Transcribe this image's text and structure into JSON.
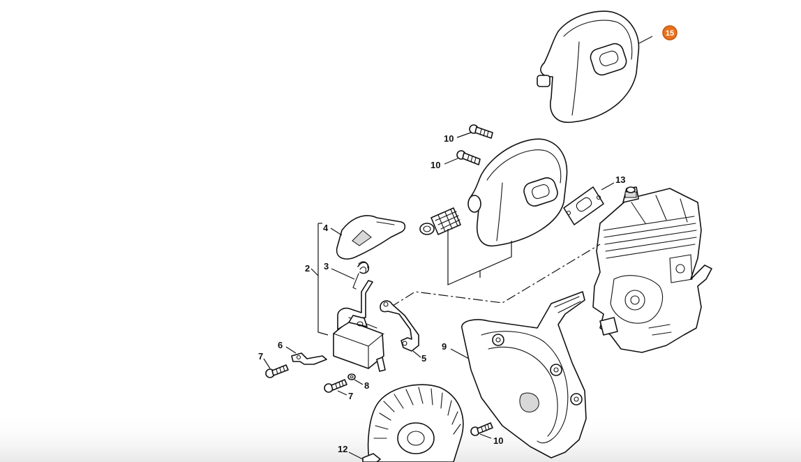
{
  "diagram": {
    "highlight_color": "#e8731f",
    "highlighted_label": "15",
    "labels": {
      "p15": "15",
      "p10a": "10",
      "p10b": "10",
      "p13": "13",
      "p4": "4",
      "p3": "3",
      "p2": "2",
      "p6": "6",
      "p7a": "7",
      "p5": "5",
      "p9": "9",
      "p8": "8",
      "p7b": "7",
      "p10c": "10",
      "p12": "12"
    }
  }
}
